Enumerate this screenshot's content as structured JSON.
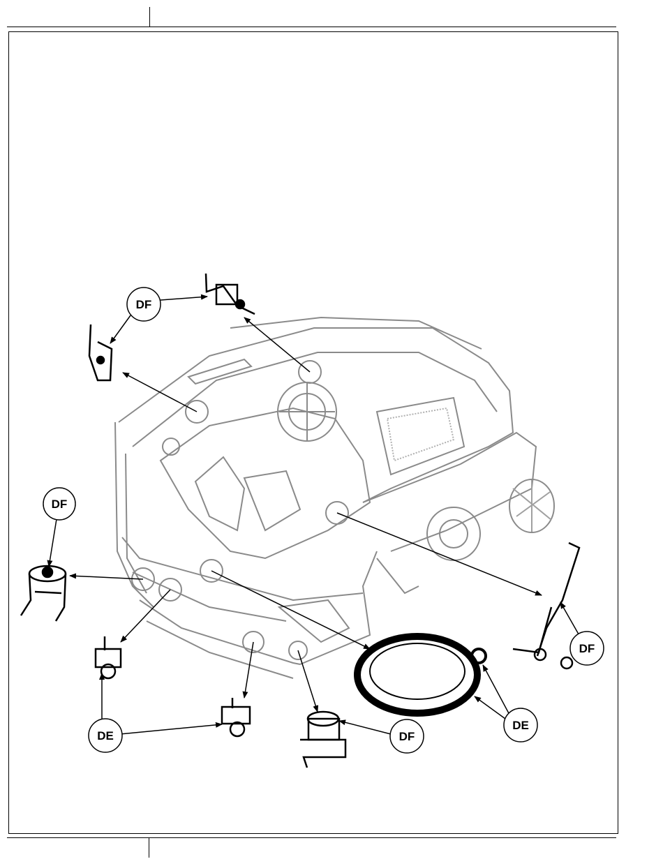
{
  "diagram": {
    "callouts": [
      {
        "id": "df-top",
        "label": "DF"
      },
      {
        "id": "df-left",
        "label": "DF"
      },
      {
        "id": "df-right",
        "label": "DF"
      },
      {
        "id": "df-bottom",
        "label": "DF"
      },
      {
        "id": "de-left",
        "label": "DE"
      },
      {
        "id": "de-right",
        "label": "DE"
      }
    ]
  }
}
